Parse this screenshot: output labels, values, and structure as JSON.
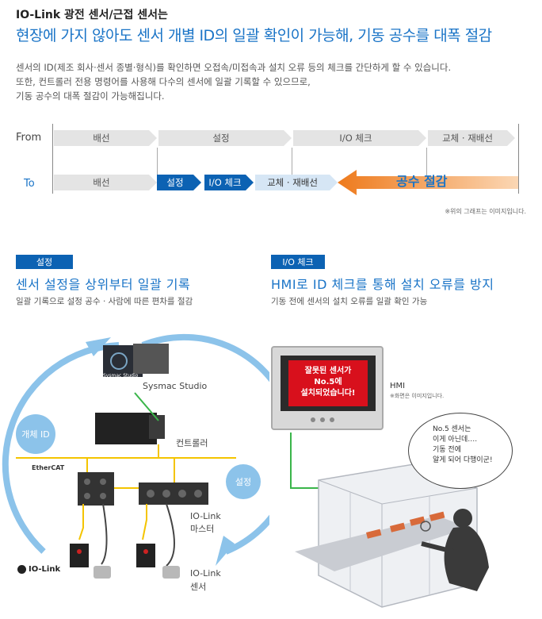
{
  "header": {
    "headline": "IO-Link 광전 센서/근접 센서는",
    "subheadline": "현장에 가지 않아도 센서 개별 ID의 일괄 확인이 가능해, 기동 공수를 대폭 절감",
    "description": [
      "센서의 ID(제조 회사·센서 종별·형식)를 확인하면 오접속/미접속과 설치 오류 등의 체크를 간단하게 할 수 있습니다.",
      "또한, 컨트롤러 전용 명령어를 사용해 다수의 센서에 일괄 기록할 수 있으므로,",
      "기동 공수의 대폭 절감이 가능해집니다."
    ]
  },
  "timeline": {
    "from_label": "From",
    "to_label": "To",
    "from_steps": [
      "배선",
      "설정",
      "I/O 체크",
      "교체 · 재배선"
    ],
    "to_steps": [
      "배선",
      "설정",
      "I/O 체크",
      "교체 · 재배선"
    ],
    "saving_label": "공수 절감",
    "note": "※위의 그래프는 이미지입니다."
  },
  "colors": {
    "accent_blue": "#0c62b3",
    "title_blue": "#1a74c7",
    "orange": "#f08a2c",
    "hmi_red": "#d8101c"
  },
  "left_section": {
    "tag": "설정",
    "title": "센서 설정을 상위부터 일괄 기록",
    "desc": "일괄 기록으로 설정 공수 · 사람에 따른 편차를 절감",
    "labels": {
      "software": "Sysmac Studio",
      "controller": "컨트롤러",
      "master_1": "IO-Link",
      "master_2": "마스터",
      "sensor_1": "IO-Link",
      "sensor_2": "센서",
      "individual_id": "개체 ID",
      "setting": "설정",
      "ethercat": "EtherCAT",
      "iolink_logo": "IO-Link",
      "screen_caption": "Sysmac Studio"
    }
  },
  "right_section": {
    "tag": "I/O 체크",
    "title": "HMI로 ID 체크를 통해 설치 오류를 방지",
    "desc": "기동 전에 센서의 설치 오류를 일괄 확인 가능",
    "hmi_label": "HMI",
    "hmi_note": "※화면은 이미지입니다.",
    "hmi_message": [
      "잘못된 센서가",
      "No.5에",
      "설치되었습니다!"
    ],
    "bubble": [
      "No.5 센서는",
      "이게 아닌데….",
      "기동 전에",
      "알게 되어 다행이군!"
    ]
  }
}
